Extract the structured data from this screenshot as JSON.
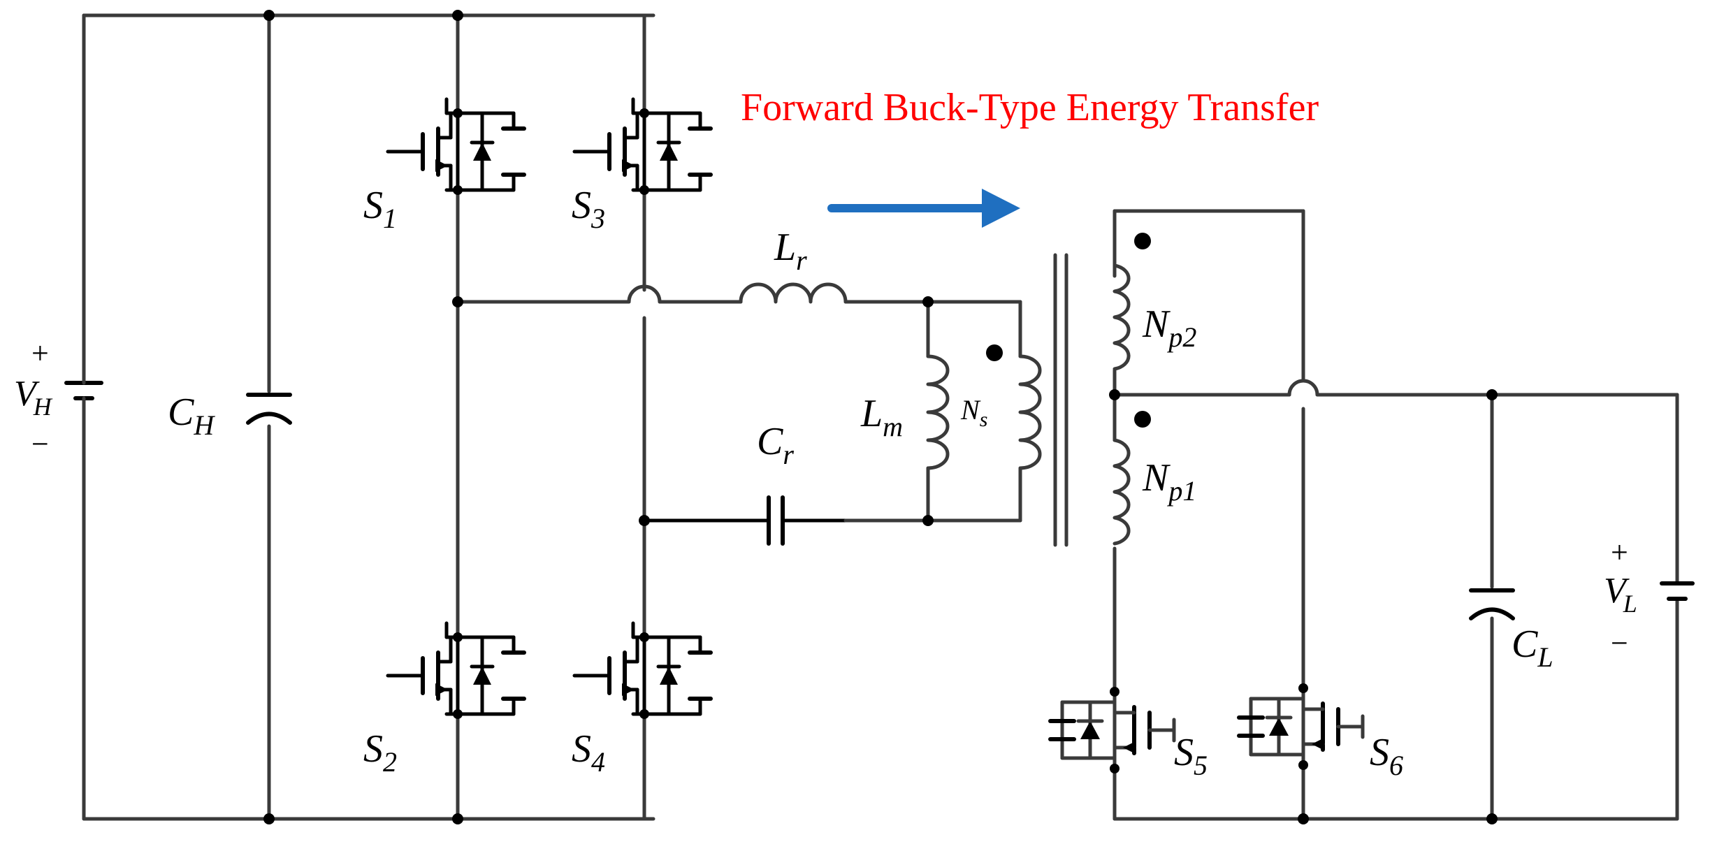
{
  "title": "Forward Buck-Type Energy Transfer",
  "colors": {
    "title": "#ff0000",
    "arrow": "#1f6fc0",
    "wire": "#3a3a3a"
  },
  "labels": {
    "vh": {
      "main": "V",
      "sub": "H",
      "plus": "+",
      "minus": "−"
    },
    "ch": {
      "main": "C",
      "sub": "H"
    },
    "s1": {
      "main": "S",
      "sub": "1"
    },
    "s2": {
      "main": "S",
      "sub": "2"
    },
    "s3": {
      "main": "S",
      "sub": "3"
    },
    "s4": {
      "main": "S",
      "sub": "4"
    },
    "s5": {
      "main": "S",
      "sub": "5"
    },
    "s6": {
      "main": "S",
      "sub": "6"
    },
    "lr": {
      "main": "L",
      "sub": "r"
    },
    "lm": {
      "main": "L",
      "sub": "m"
    },
    "cr": {
      "main": "C",
      "sub": "r"
    },
    "ns": {
      "main": "N",
      "sub": "s"
    },
    "np1": {
      "main": "N",
      "sub": "p1"
    },
    "np2": {
      "main": "N",
      "sub": "p2"
    },
    "cl": {
      "main": "C",
      "sub": "L"
    },
    "vl": {
      "main": "V",
      "sub": "L",
      "plus": "+",
      "minus": "−"
    }
  }
}
